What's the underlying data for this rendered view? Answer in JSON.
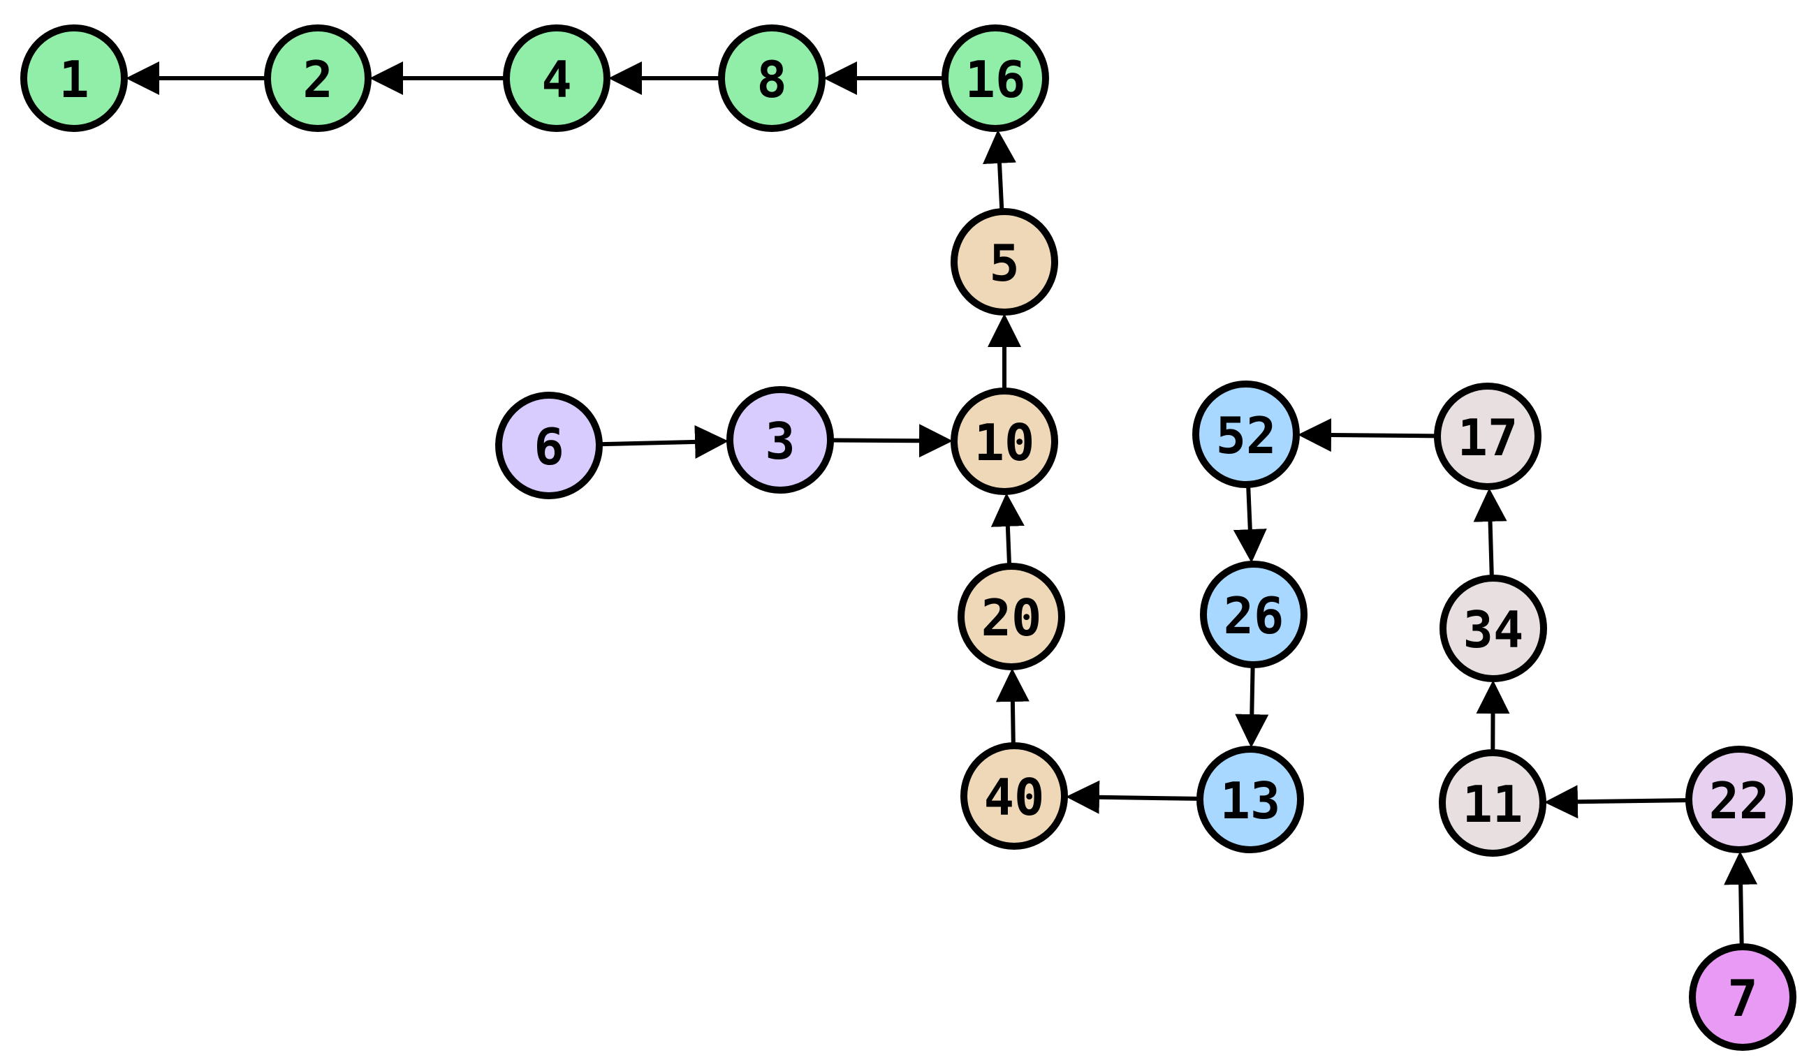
{
  "colors": {
    "green": "#90EEA8",
    "tan": "#EED8B8",
    "lavender": "#D8CCFF",
    "blue": "#A8D8FF",
    "grey": "#E8E0E0",
    "light_purple": "#E8D0F0",
    "magenta": "#E89AF5",
    "stroke": "#000000"
  },
  "nodes": [
    {
      "id": "n1",
      "label": "1",
      "color": "green"
    },
    {
      "id": "n2",
      "label": "2",
      "color": "green"
    },
    {
      "id": "n4",
      "label": "4",
      "color": "green"
    },
    {
      "id": "n8",
      "label": "8",
      "color": "green"
    },
    {
      "id": "n16",
      "label": "16",
      "color": "green"
    },
    {
      "id": "n5",
      "label": "5",
      "color": "tan"
    },
    {
      "id": "n10",
      "label": "10",
      "color": "tan"
    },
    {
      "id": "n20",
      "label": "20",
      "color": "tan"
    },
    {
      "id": "n40",
      "label": "40",
      "color": "tan"
    },
    {
      "id": "n6",
      "label": "6",
      "color": "lavender"
    },
    {
      "id": "n3",
      "label": "3",
      "color": "lavender"
    },
    {
      "id": "n52",
      "label": "52",
      "color": "blue"
    },
    {
      "id": "n26",
      "label": "26",
      "color": "blue"
    },
    {
      "id": "n13",
      "label": "13",
      "color": "blue"
    },
    {
      "id": "n17",
      "label": "17",
      "color": "grey"
    },
    {
      "id": "n34",
      "label": "34",
      "color": "grey"
    },
    {
      "id": "n11",
      "label": "11",
      "color": "grey"
    },
    {
      "id": "n22",
      "label": "22",
      "color": "light_purple"
    },
    {
      "id": "n7",
      "label": "7",
      "color": "magenta"
    }
  ],
  "edges": [
    {
      "from": "n2",
      "to": "n1"
    },
    {
      "from": "n4",
      "to": "n2"
    },
    {
      "from": "n8",
      "to": "n4"
    },
    {
      "from": "n16",
      "to": "n8"
    },
    {
      "from": "n5",
      "to": "n16"
    },
    {
      "from": "n10",
      "to": "n5"
    },
    {
      "from": "n6",
      "to": "n3"
    },
    {
      "from": "n3",
      "to": "n10"
    },
    {
      "from": "n20",
      "to": "n10"
    },
    {
      "from": "n40",
      "to": "n20"
    },
    {
      "from": "n13",
      "to": "n40"
    },
    {
      "from": "n52",
      "to": "n26"
    },
    {
      "from": "n26",
      "to": "n13"
    },
    {
      "from": "n17",
      "to": "n52"
    },
    {
      "from": "n34",
      "to": "n17"
    },
    {
      "from": "n11",
      "to": "n34"
    },
    {
      "from": "n22",
      "to": "n11"
    },
    {
      "from": "n7",
      "to": "n22"
    }
  ]
}
